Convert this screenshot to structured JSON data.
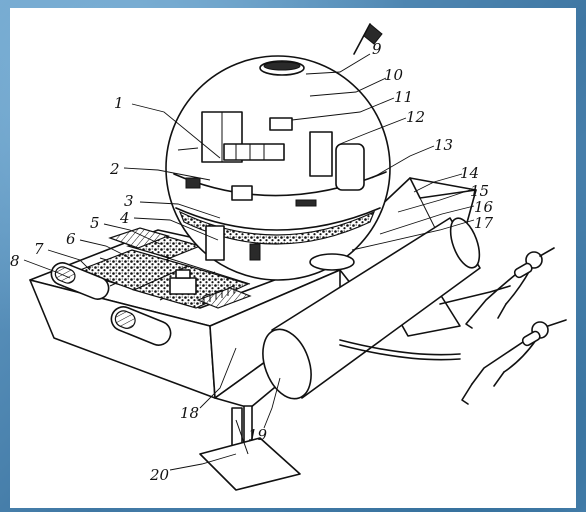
{
  "labels": [
    {
      "id": "1"
    },
    {
      "id": "2"
    },
    {
      "id": "3"
    },
    {
      "id": "4"
    },
    {
      "id": "5"
    },
    {
      "id": "6"
    },
    {
      "id": "7"
    },
    {
      "id": "8"
    },
    {
      "id": "9"
    },
    {
      "id": "10"
    },
    {
      "id": "11"
    },
    {
      "id": "12"
    },
    {
      "id": "13"
    },
    {
      "id": "14"
    },
    {
      "id": "15"
    },
    {
      "id": "16"
    },
    {
      "id": "17"
    },
    {
      "id": "18"
    },
    {
      "id": "19"
    },
    {
      "id": "20"
    }
  ]
}
